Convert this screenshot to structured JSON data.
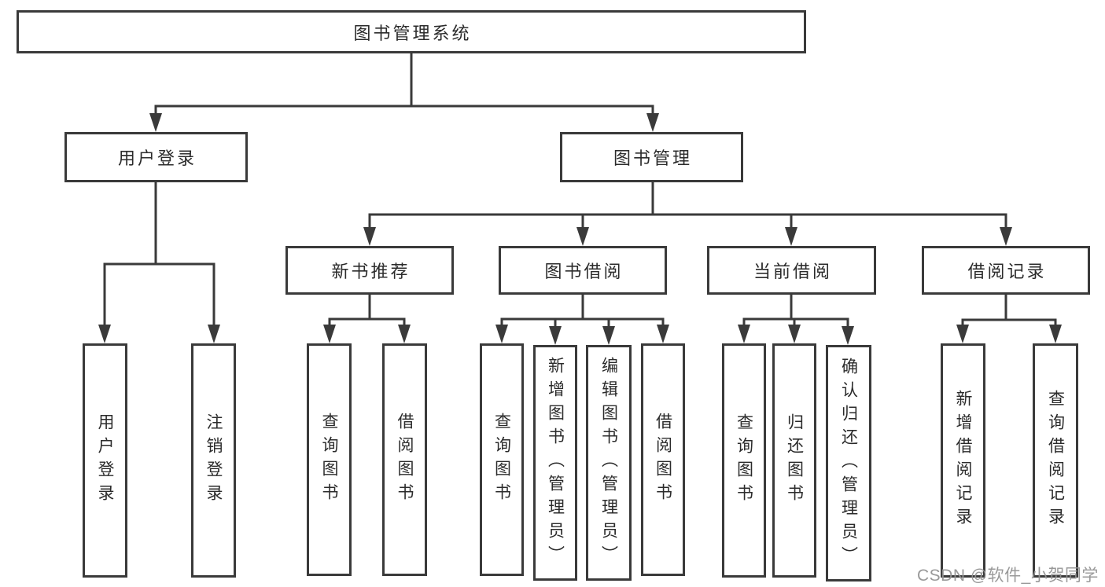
{
  "tree": {
    "root": {
      "label": "图书管理系统",
      "children": [
        {
          "label": "用户登录",
          "children": [
            {
              "label": "用户登录"
            },
            {
              "label": "注销登录"
            }
          ]
        },
        {
          "label": "图书管理",
          "children": [
            {
              "label": "新书推荐",
              "children": [
                {
                  "label": "查询图书"
                },
                {
                  "label": "借阅图书"
                }
              ]
            },
            {
              "label": "图书借阅",
              "children": [
                {
                  "label": "查询图书"
                },
                {
                  "label": "新增图书（管理员）"
                },
                {
                  "label": "编辑图书（管理员）"
                },
                {
                  "label": "借阅图书"
                }
              ]
            },
            {
              "label": "当前借阅",
              "children": [
                {
                  "label": "查询图书"
                },
                {
                  "label": "归还图书"
                },
                {
                  "label": "确认归还（管理员）"
                }
              ]
            },
            {
              "label": "借阅记录",
              "children": [
                {
                  "label": "新增借阅记录"
                },
                {
                  "label": "查询借阅记录"
                }
              ]
            }
          ]
        }
      ]
    }
  },
  "watermark": "CSDN @软件_小贺同学",
  "colors": {
    "line": "#3a3a3a",
    "text": "#2b2b2b",
    "watermark": "#949494",
    "background": "#ffffff"
  }
}
